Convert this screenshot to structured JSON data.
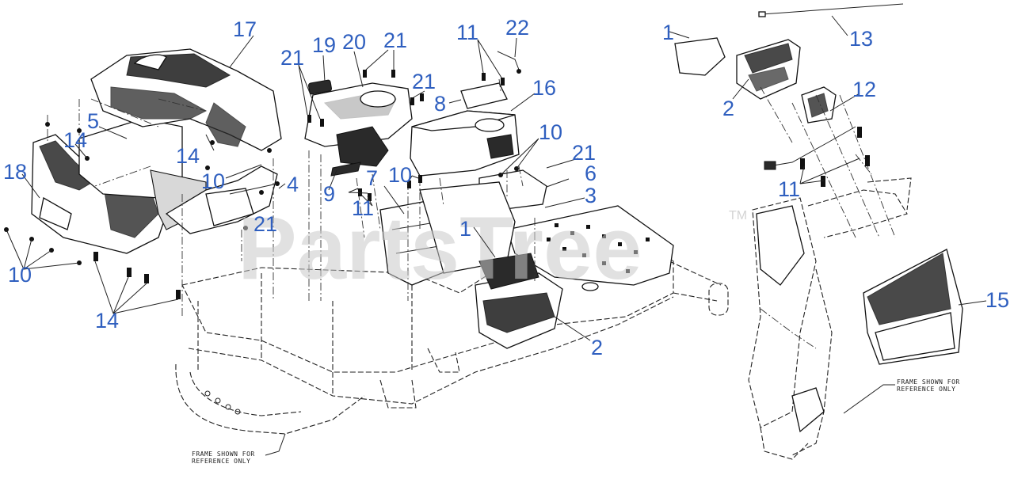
{
  "watermark": {
    "text": "PartsTree",
    "trademark": "TM"
  },
  "notes": {
    "left_frame": [
      "FRAME SHOWN FOR",
      "REFERENCE ONLY"
    ],
    "right_frame": [
      "FRAME SHOWN FOR",
      "REFERENCE ONLY"
    ]
  },
  "callouts": {
    "c1a": "1",
    "c1b": "1",
    "c2a": "2",
    "c2b": "2",
    "c3": "3",
    "c4": "4",
    "c5": "5",
    "c6": "6",
    "c7": "7",
    "c8": "8",
    "c9": "9",
    "c10a": "10",
    "c10b": "10",
    "c10c": "10",
    "c10d": "10",
    "c11a": "11",
    "c11b": "11",
    "c11c": "11",
    "c12": "12",
    "c13": "13",
    "c14a": "14",
    "c14b": "14",
    "c14c": "14",
    "c15": "15",
    "c16": "16",
    "c17": "17",
    "c18": "18",
    "c19": "19",
    "c20": "20",
    "c21a": "21",
    "c21b": "21",
    "c21c": "21",
    "c21d": "21",
    "c21e": "21",
    "c22": "22"
  },
  "colors": {
    "callout": "#2f5fbf",
    "line": "#111111",
    "watermark": "#c9c9c9"
  }
}
